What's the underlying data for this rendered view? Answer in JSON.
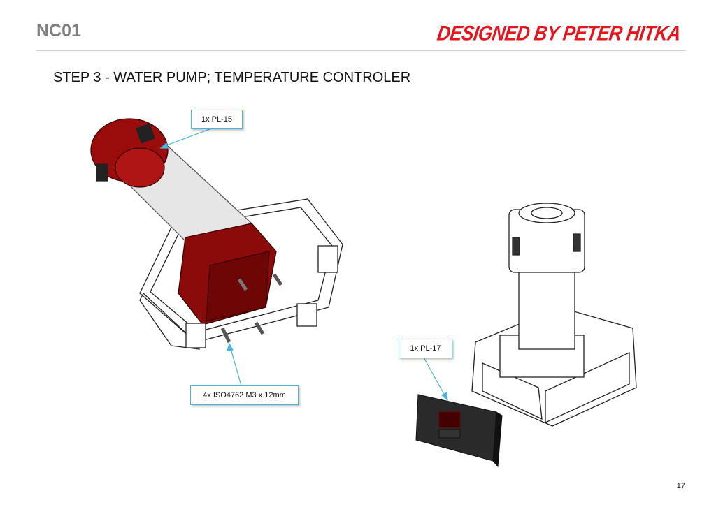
{
  "header": {
    "doc_id": "NC01",
    "designer": "DESIGNED BY PETER HITKA"
  },
  "step": {
    "title": "STEP 3 - WATER PUMP; TEMPERATURE CONTROLER"
  },
  "callouts": [
    {
      "label": "1x PL-15"
    },
    {
      "label": "4x ISO4762 M3 x 12mm"
    },
    {
      "label": "1x PL-17"
    }
  ],
  "footer": {
    "page_number": "17"
  },
  "colors": {
    "accent_red": "#e8141c",
    "part_red": "#8b0a0a",
    "callout_border": "#4ab4e0"
  }
}
